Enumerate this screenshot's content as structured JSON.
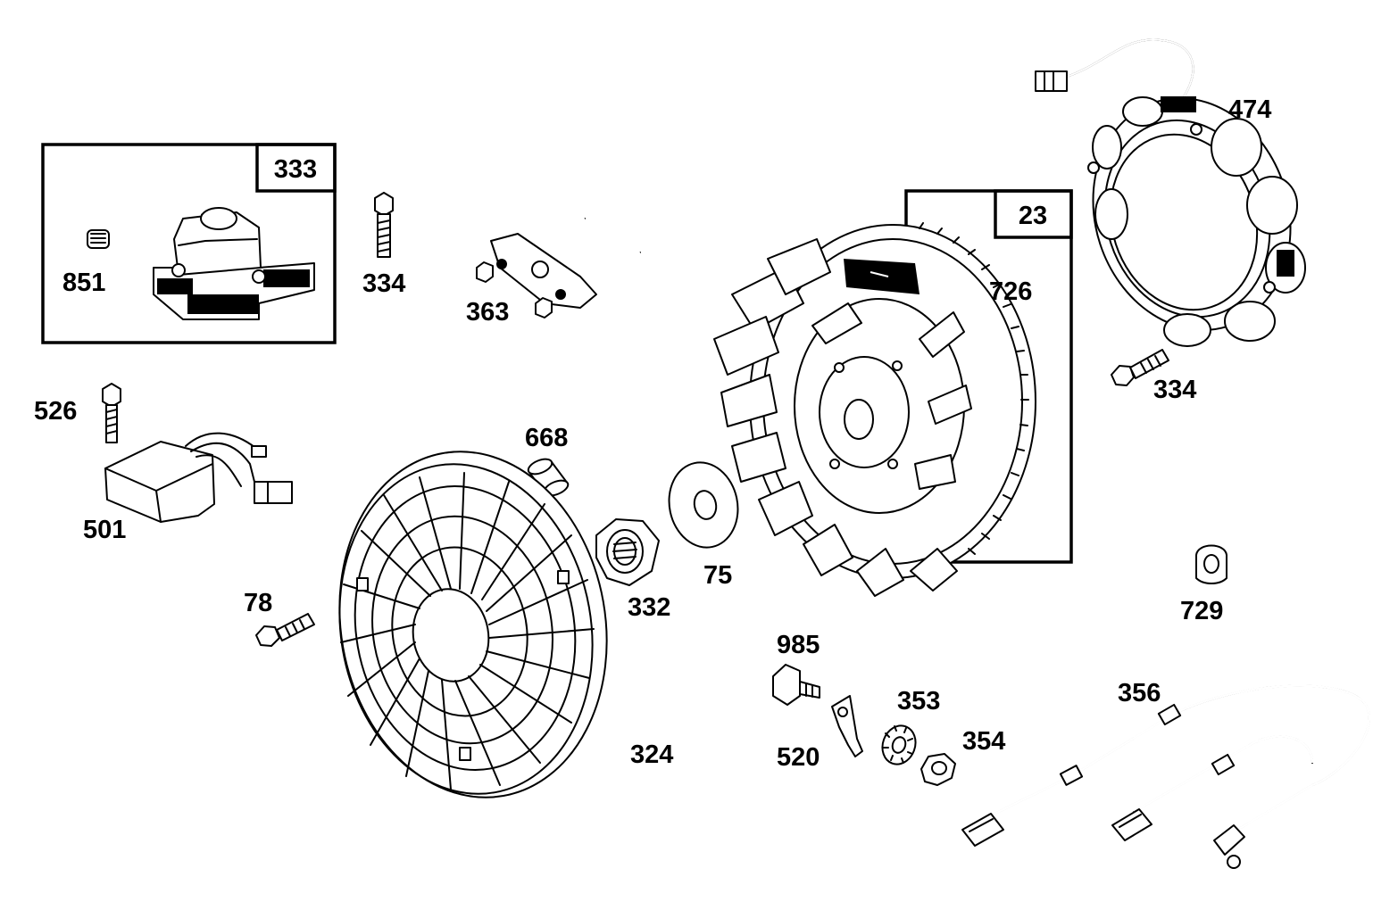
{
  "diagram": {
    "callouts": [
      "851",
      "334",
      "363",
      "526",
      "501",
      "78",
      "668",
      "332",
      "75",
      "324",
      "726",
      "474",
      "334",
      "729",
      "985",
      "520",
      "353",
      "354",
      "356"
    ],
    "group_boxes": [
      "333",
      "23"
    ]
  }
}
